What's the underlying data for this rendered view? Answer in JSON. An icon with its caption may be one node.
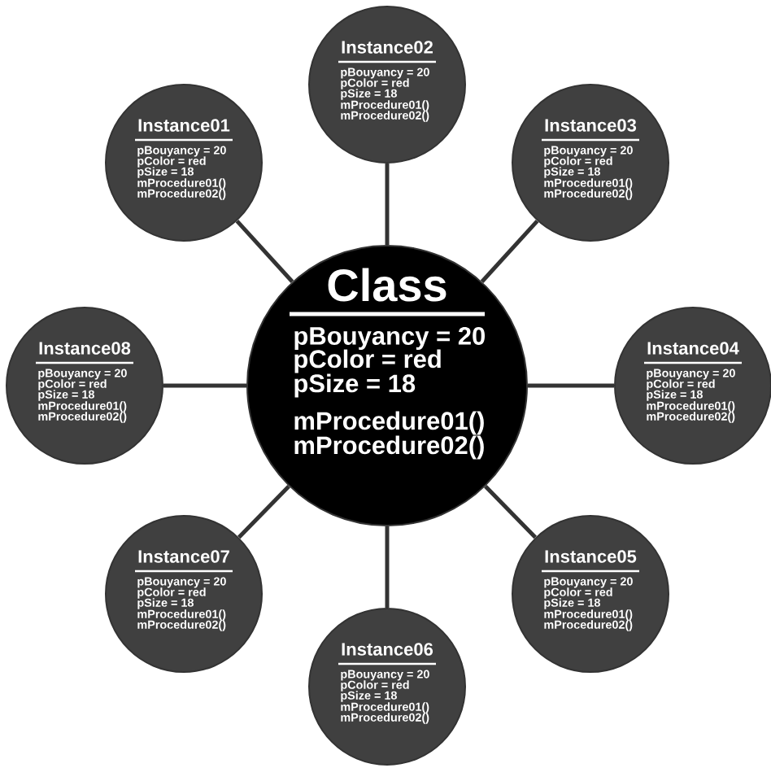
{
  "diagram": {
    "nodes": [
      {
        "text": [
          "Class",
          "pBouyancy = 20",
          "pColor = red",
          "pSize = 18",
          "mProcedure01()",
          "mProcedure02()"
        ]
      },
      {
        "text": [
          "Instance01",
          "pBouyancy = 20",
          "pColor = red",
          "pSize = 18",
          "mProcedure01()",
          "mProcedure02()"
        ]
      },
      {
        "text": [
          "Instance02",
          "pBouyancy = 20",
          "pColor = red",
          "pSize = 18",
          "mProcedure01()",
          "mProcedure02()"
        ]
      },
      {
        "text": [
          "Instance03",
          "pBouyancy = 20",
          "pColor = red",
          "pSize = 18",
          "mProcedure01()",
          "mProcedure02()"
        ]
      },
      {
        "text": [
          "Instance08",
          "pBouyancy = 20",
          "pColor = red",
          "pSize = 18",
          "mProcedure01()",
          "mProcedure02()"
        ]
      },
      {
        "text": [
          "Instance04",
          "pBouyancy = 20",
          "pColor = red",
          "pSize = 18",
          "mProcedure01()",
          "mProcedure02()"
        ]
      },
      {
        "text": [
          "Instance07",
          "pBouyancy = 20",
          "pColor = red",
          "pSize = 18",
          "mProcedure01()",
          "mProcedure02()"
        ]
      },
      {
        "text": [
          "Instance05",
          "pBouyancy = 20",
          "pColor = red",
          "pSize = 18",
          "mProcedure01()",
          "mProcedure02()"
        ]
      },
      {
        "text": [
          "Instance06",
          "pBouyancy = 20",
          "pColor = red",
          "pSize = 18",
          "mProcedure01()",
          "mProcedure02()"
        ]
      }
    ],
    "edges": [
      {
        "from": 0,
        "to": 1,
        "arrow": "none"
      },
      {
        "from": 0,
        "to": 2,
        "arrow": "none"
      },
      {
        "from": 0,
        "to": 3,
        "arrow": "none"
      },
      {
        "from": 0,
        "to": 4,
        "arrow": "none"
      },
      {
        "from": 0,
        "to": 5,
        "arrow": "none"
      },
      {
        "from": 0,
        "to": 6,
        "arrow": "none"
      },
      {
        "from": 0,
        "to": 7,
        "arrow": "none"
      },
      {
        "from": 0,
        "to": 8,
        "arrow": "none"
      }
    ]
  }
}
